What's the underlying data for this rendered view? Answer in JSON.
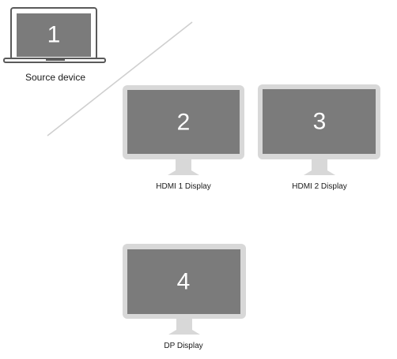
{
  "source_device": {
    "number": "1",
    "label": "Source device"
  },
  "displays": [
    {
      "number": "2",
      "label": "HDMI 1 Display"
    },
    {
      "number": "3",
      "label": "HDMI 2 Display"
    },
    {
      "number": "4",
      "label": "DP Display"
    }
  ],
  "colors": {
    "screen": "#7b7b7b",
    "monitor_bezel": "#d8d8d8",
    "laptop_outline": "#5a5a5a",
    "divider": "#cfcfcf"
  }
}
